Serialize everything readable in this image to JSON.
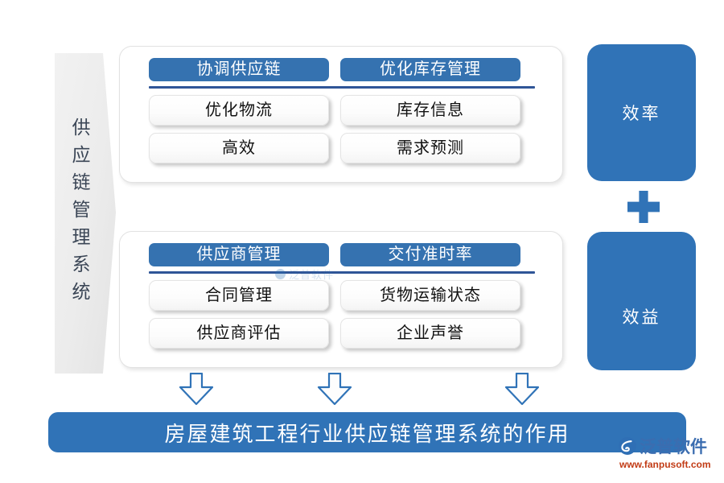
{
  "side_banner": {
    "label": "供应链管理系统"
  },
  "groups": [
    {
      "id": "group-top",
      "headers": [
        "协调供应链",
        "优化库存管理"
      ],
      "items": [
        "优化物流",
        "库存信息",
        "高效",
        "需求预测"
      ]
    },
    {
      "id": "group-bottom",
      "headers": [
        "供应商管理",
        "交付准时率"
      ],
      "items": [
        "合同管理",
        "货物运输状态",
        "供应商评估",
        "企业声誉"
      ]
    }
  ],
  "outcomes": [
    {
      "label": "效率"
    },
    {
      "label": "效益"
    }
  ],
  "connector": {
    "plus_symbol": "plus-sign",
    "arrow_icon": "down-arrow-icon",
    "arrow_count": 3
  },
  "bottom_banner": {
    "title": "房屋建筑工程行业供应链管理系统的作用"
  },
  "watermark": {
    "center_text": "泛普软件"
  },
  "brand": {
    "name": "泛普软件",
    "url": "www.fanpusoft.com"
  },
  "colors": {
    "primary_blue": "#3073b7",
    "pill_blue": "#3572b0",
    "rule_navy": "#2f5597",
    "banner_gray": "#ececec",
    "brand_blue": "#3b6db0",
    "brand_red": "#c23c16"
  }
}
